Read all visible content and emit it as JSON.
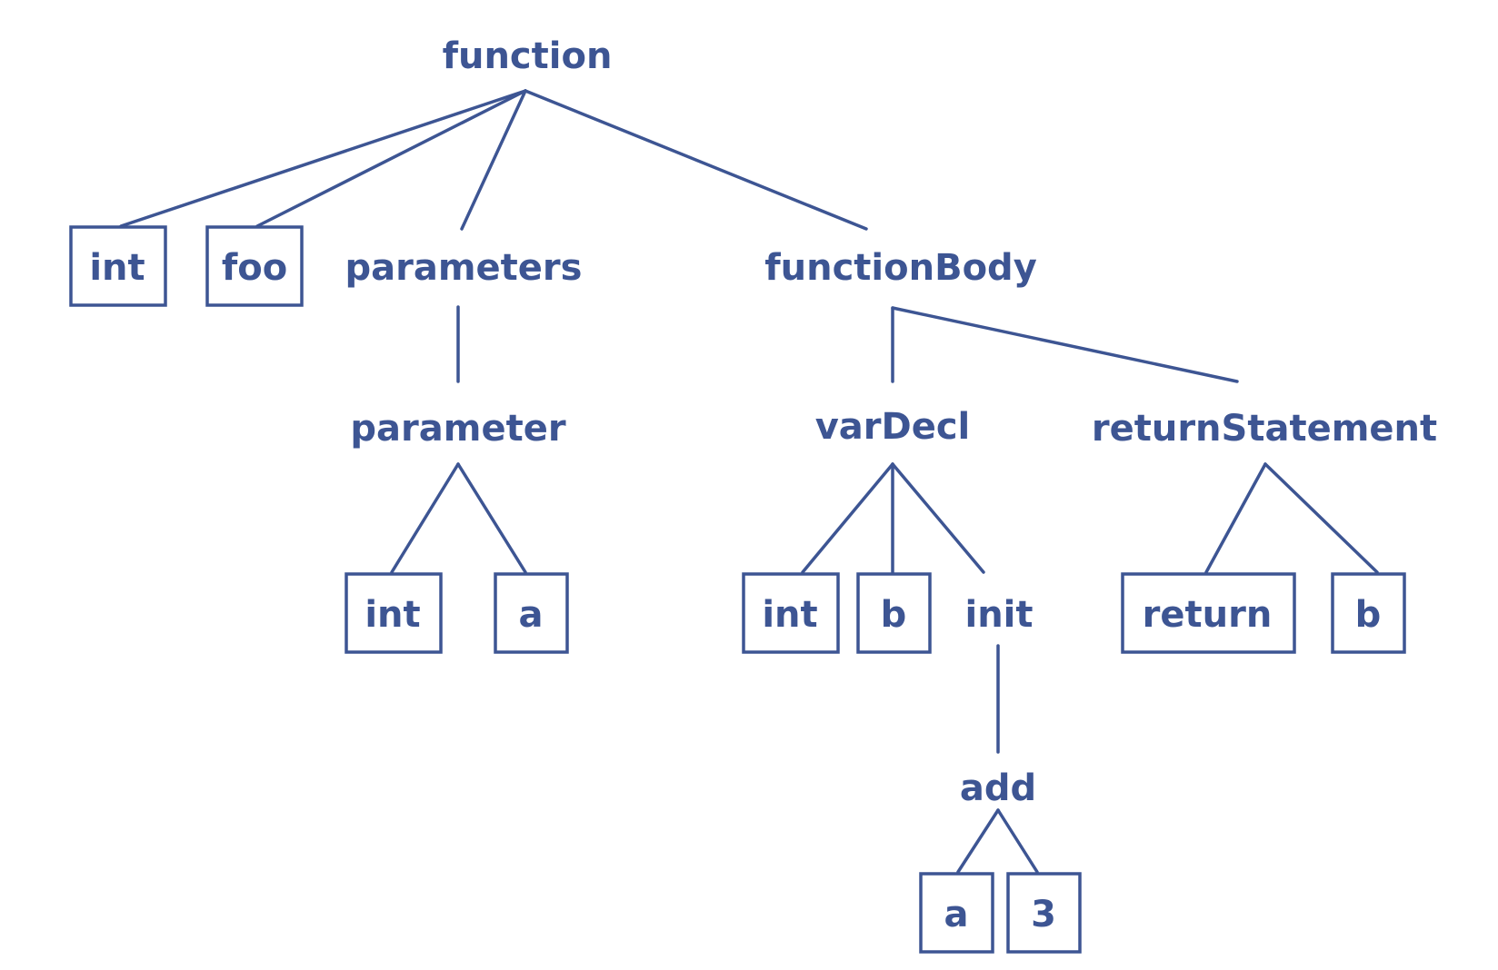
{
  "colors": {
    "ink": "#3d5593",
    "background": "#ffffff"
  },
  "tree": {
    "function": "function",
    "type_int": "int",
    "name_foo": "foo",
    "parameters": "parameters",
    "parameter": "parameter",
    "param_type_int": "int",
    "param_name_a": "a",
    "functionBody": "functionBody",
    "varDecl": "varDecl",
    "var_type_int": "int",
    "var_name_b": "b",
    "init": "init",
    "add": "add",
    "add_left_a": "a",
    "add_right_3": "3",
    "returnStatement": "returnStatement",
    "return_keyword": "return",
    "return_value_b": "b"
  }
}
